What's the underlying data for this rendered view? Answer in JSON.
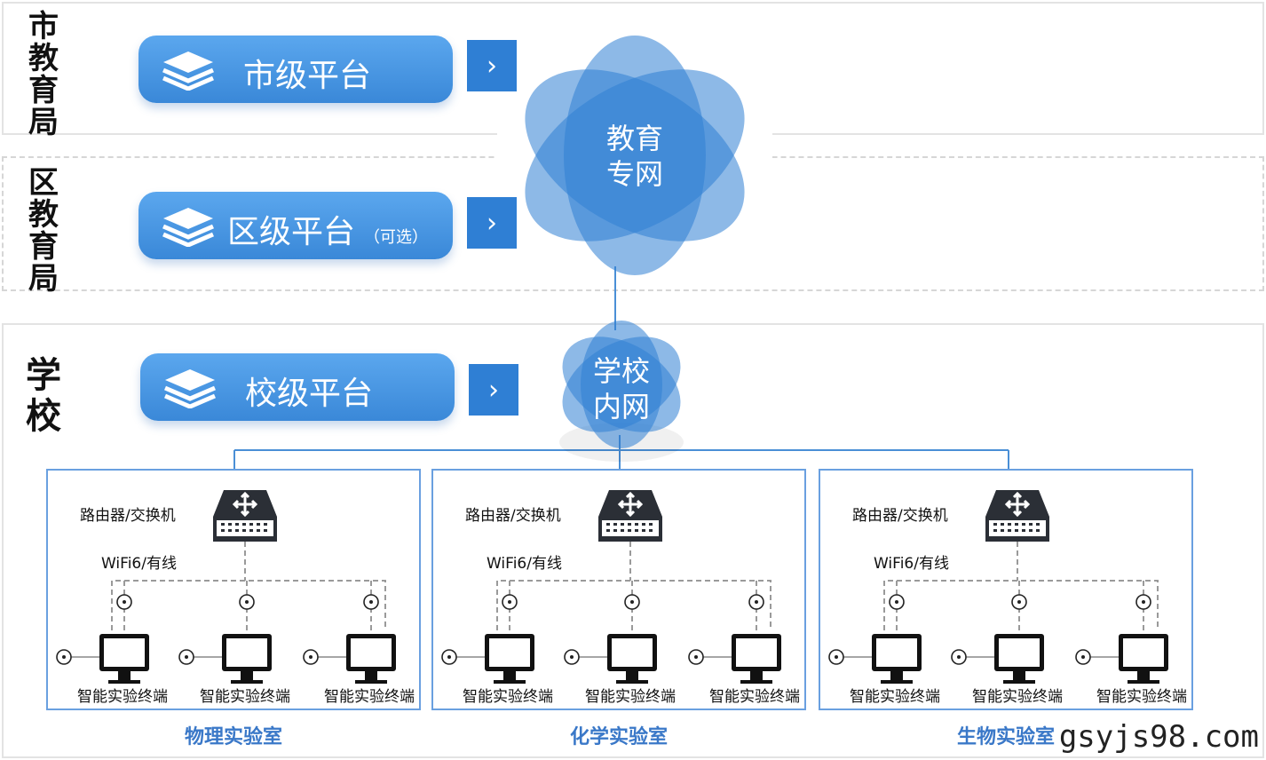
{
  "levels": {
    "city": {
      "label": [
        "市",
        "教",
        "育",
        "局"
      ],
      "platform": "市级平台"
    },
    "district": {
      "label": [
        "区",
        "教",
        "育",
        "局"
      ],
      "platform": "区级平台",
      "platform_note": "（可选）"
    },
    "school": {
      "label": [
        "学",
        "校"
      ],
      "platform": "校级平台"
    }
  },
  "arrow_glyph": "›",
  "networks": {
    "edu": [
      "教育",
      "专网"
    ],
    "school": [
      "学校",
      "内网"
    ]
  },
  "labs": [
    {
      "title": "物理实验室",
      "router_label": "路由器/交换机",
      "link_label": "WiFi6/有线",
      "terminals": [
        "智能实验终端",
        "智能实验终端",
        "智能实验终端"
      ]
    },
    {
      "title": "化学实验室",
      "router_label": "路由器/交换机",
      "link_label": "WiFi6/有线",
      "terminals": [
        "智能实验终端",
        "智能实验终端",
        "智能实验终端"
      ]
    },
    {
      "title": "生物实验室",
      "router_label": "路由器/交换机",
      "link_label": "WiFi6/有线",
      "terminals": [
        "智能实验终端",
        "智能实验终端",
        "智能实验终端"
      ]
    }
  ],
  "watermark": "gsyjs98.com",
  "colors": {
    "accent": "#3a88d8",
    "arrow": "#2f7fd4",
    "cloud": "#2f7fd4",
    "lab_title": "#3a78c8",
    "lab_border": "#6aa0e0"
  }
}
